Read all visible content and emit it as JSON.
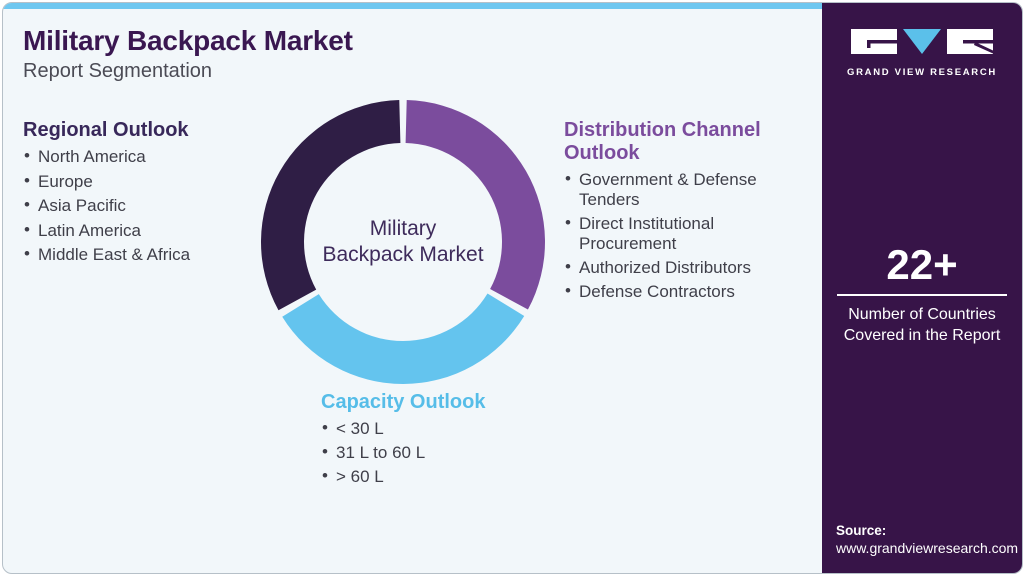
{
  "colors": {
    "card_bg": "#f2f7fa",
    "strip": "#6ec7f0",
    "border": "#b6c0c8",
    "title": "#3a1751",
    "subtitle": "#4b4b55",
    "body_text": "#3f3f49",
    "regional_heading": "#38285a",
    "distribution_heading": "#7b4c9d",
    "capacity_heading": "#56bde8",
    "sidebar_bg": "#371448",
    "logo_triangle": "#5bc0ea"
  },
  "header": {
    "title": "Military Backpack Market",
    "subtitle": "Report Segmentation"
  },
  "sections": {
    "regional": {
      "title": "Regional Outlook",
      "items": [
        "North America",
        "Europe",
        "Asia Pacific",
        "Latin America",
        "Middle East & Africa"
      ]
    },
    "distribution": {
      "title": "Distribution Channel Outlook",
      "items": [
        "Government & Defense Tenders",
        "Direct Institutional Procurement",
        "Authorized Distributors",
        "Defense Contractors"
      ]
    },
    "capacity": {
      "title": "Capacity Outlook",
      "items": [
        "< 30 L",
        "31 L to 60 L",
        "> 60 L"
      ]
    }
  },
  "chart_data": {
    "type": "donut",
    "center_label_line1": "Military",
    "center_label_line2": "Backpack Market",
    "start_angle_deg": 0,
    "gap_deg": 3,
    "legend": false,
    "segments": [
      {
        "name": "Distribution Channel Outlook",
        "share_pct": 33.3,
        "color": "#7b4c9d"
      },
      {
        "name": "Capacity Outlook",
        "share_pct": 33.3,
        "color": "#64c4ee"
      },
      {
        "name": "Regional Outlook",
        "share_pct": 33.4,
        "color": "#2f1e45"
      }
    ]
  },
  "sidebar": {
    "brand": "GRAND VIEW RESEARCH",
    "stat_value": "22+",
    "stat_caption_line1": "Number of Countries",
    "stat_caption_line2": "Covered in the Report",
    "source_label": "Source:",
    "source_url": "www.grandviewresearch.com"
  }
}
